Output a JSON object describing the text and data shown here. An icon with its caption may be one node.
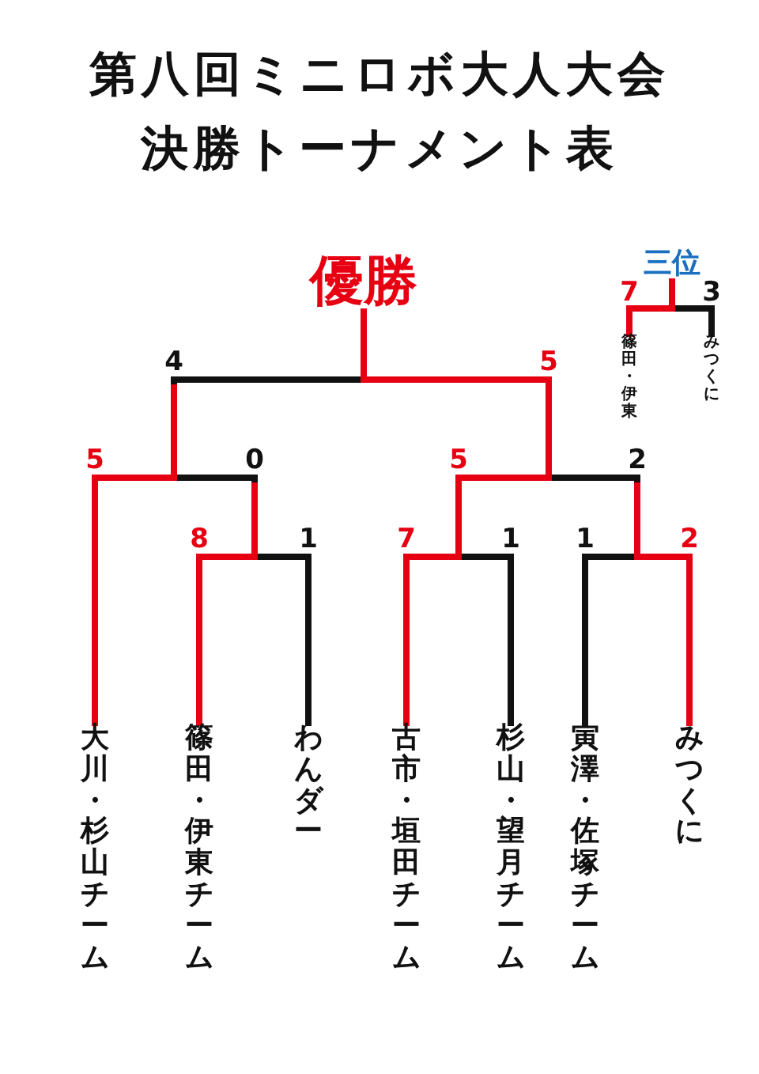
{
  "diagram": {
    "title": "第八回ミニロボ大人大会決勝トーナメント表",
    "nodes": [
      {
        "text": [
          "優勝"
        ]
      },
      {
        "text": [
          "三位"
        ]
      },
      {
        "text": [
          "篠田・伊東"
        ]
      },
      {
        "text": [
          "みつくに"
        ]
      },
      {
        "text": [
          "大川・杉山チーム"
        ]
      },
      {
        "text": [
          "篠田・伊東チーム"
        ]
      },
      {
        "text": [
          "わんダー"
        ]
      },
      {
        "text": [
          "古市・垣田チーム"
        ]
      },
      {
        "text": [
          "杉山・望月チーム"
        ]
      },
      {
        "text": [
          "寅澤・佐塚チーム"
        ]
      },
      {
        "text": [
          "みつくに"
        ]
      }
    ],
    "edges": [
      {
        "from": 4,
        "to": 0,
        "arrow": "none"
      },
      {
        "from": 5,
        "to": 0,
        "arrow": "none"
      },
      {
        "from": 6,
        "to": 0,
        "arrow": "none",
        "color": "#111111"
      },
      {
        "from": 7,
        "to": 0,
        "arrow": "none",
        "color": "#e60012"
      },
      {
        "from": 8,
        "to": 0,
        "arrow": "none",
        "color": "#111111"
      },
      {
        "from": 9,
        "to": 0,
        "arrow": "none",
        "color": "#111111"
      },
      {
        "from": 10,
        "to": 0,
        "arrow": "none"
      },
      {
        "from": 2,
        "to": 1,
        "arrow": "none",
        "color": "#e60012"
      },
      {
        "from": 3,
        "to": 1,
        "arrow": "none",
        "color": "#111111"
      }
    ],
    "labels": [
      "7",
      "3",
      "4",
      "5",
      "5",
      "0",
      "5",
      "2",
      "8",
      "1",
      "7",
      "1",
      "1",
      "2"
    ]
  }
}
